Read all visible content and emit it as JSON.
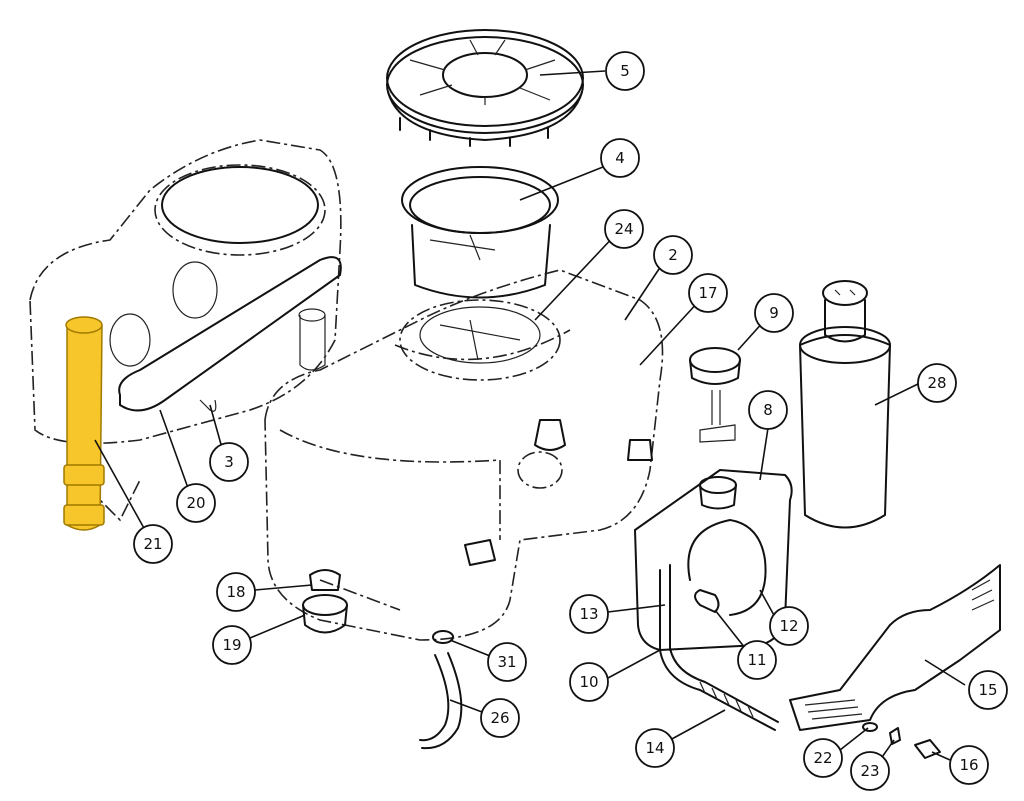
{
  "callouts": [
    {
      "key": "c5",
      "label": "5"
    },
    {
      "key": "c4",
      "label": "4"
    },
    {
      "key": "c24",
      "label": "24"
    },
    {
      "key": "c2",
      "label": "2"
    },
    {
      "key": "c17",
      "label": "17"
    },
    {
      "key": "c9",
      "label": "9"
    },
    {
      "key": "c28",
      "label": "28"
    },
    {
      "key": "c8",
      "label": "8"
    },
    {
      "key": "c3",
      "label": "3"
    },
    {
      "key": "c20",
      "label": "20"
    },
    {
      "key": "c21",
      "label": "21"
    },
    {
      "key": "c18",
      "label": "18"
    },
    {
      "key": "c19",
      "label": "19"
    },
    {
      "key": "c31",
      "label": "31"
    },
    {
      "key": "c26",
      "label": "26"
    },
    {
      "key": "c13",
      "label": "13"
    },
    {
      "key": "c12",
      "label": "12"
    },
    {
      "key": "c11",
      "label": "11"
    },
    {
      "key": "c10",
      "label": "10"
    },
    {
      "key": "c14",
      "label": "14"
    },
    {
      "key": "c15",
      "label": "15"
    },
    {
      "key": "c22",
      "label": "22"
    },
    {
      "key": "c23",
      "label": "23"
    },
    {
      "key": "c16",
      "label": "16"
    }
  ],
  "highlight": {
    "part": "21",
    "color": "#f7c62b"
  }
}
